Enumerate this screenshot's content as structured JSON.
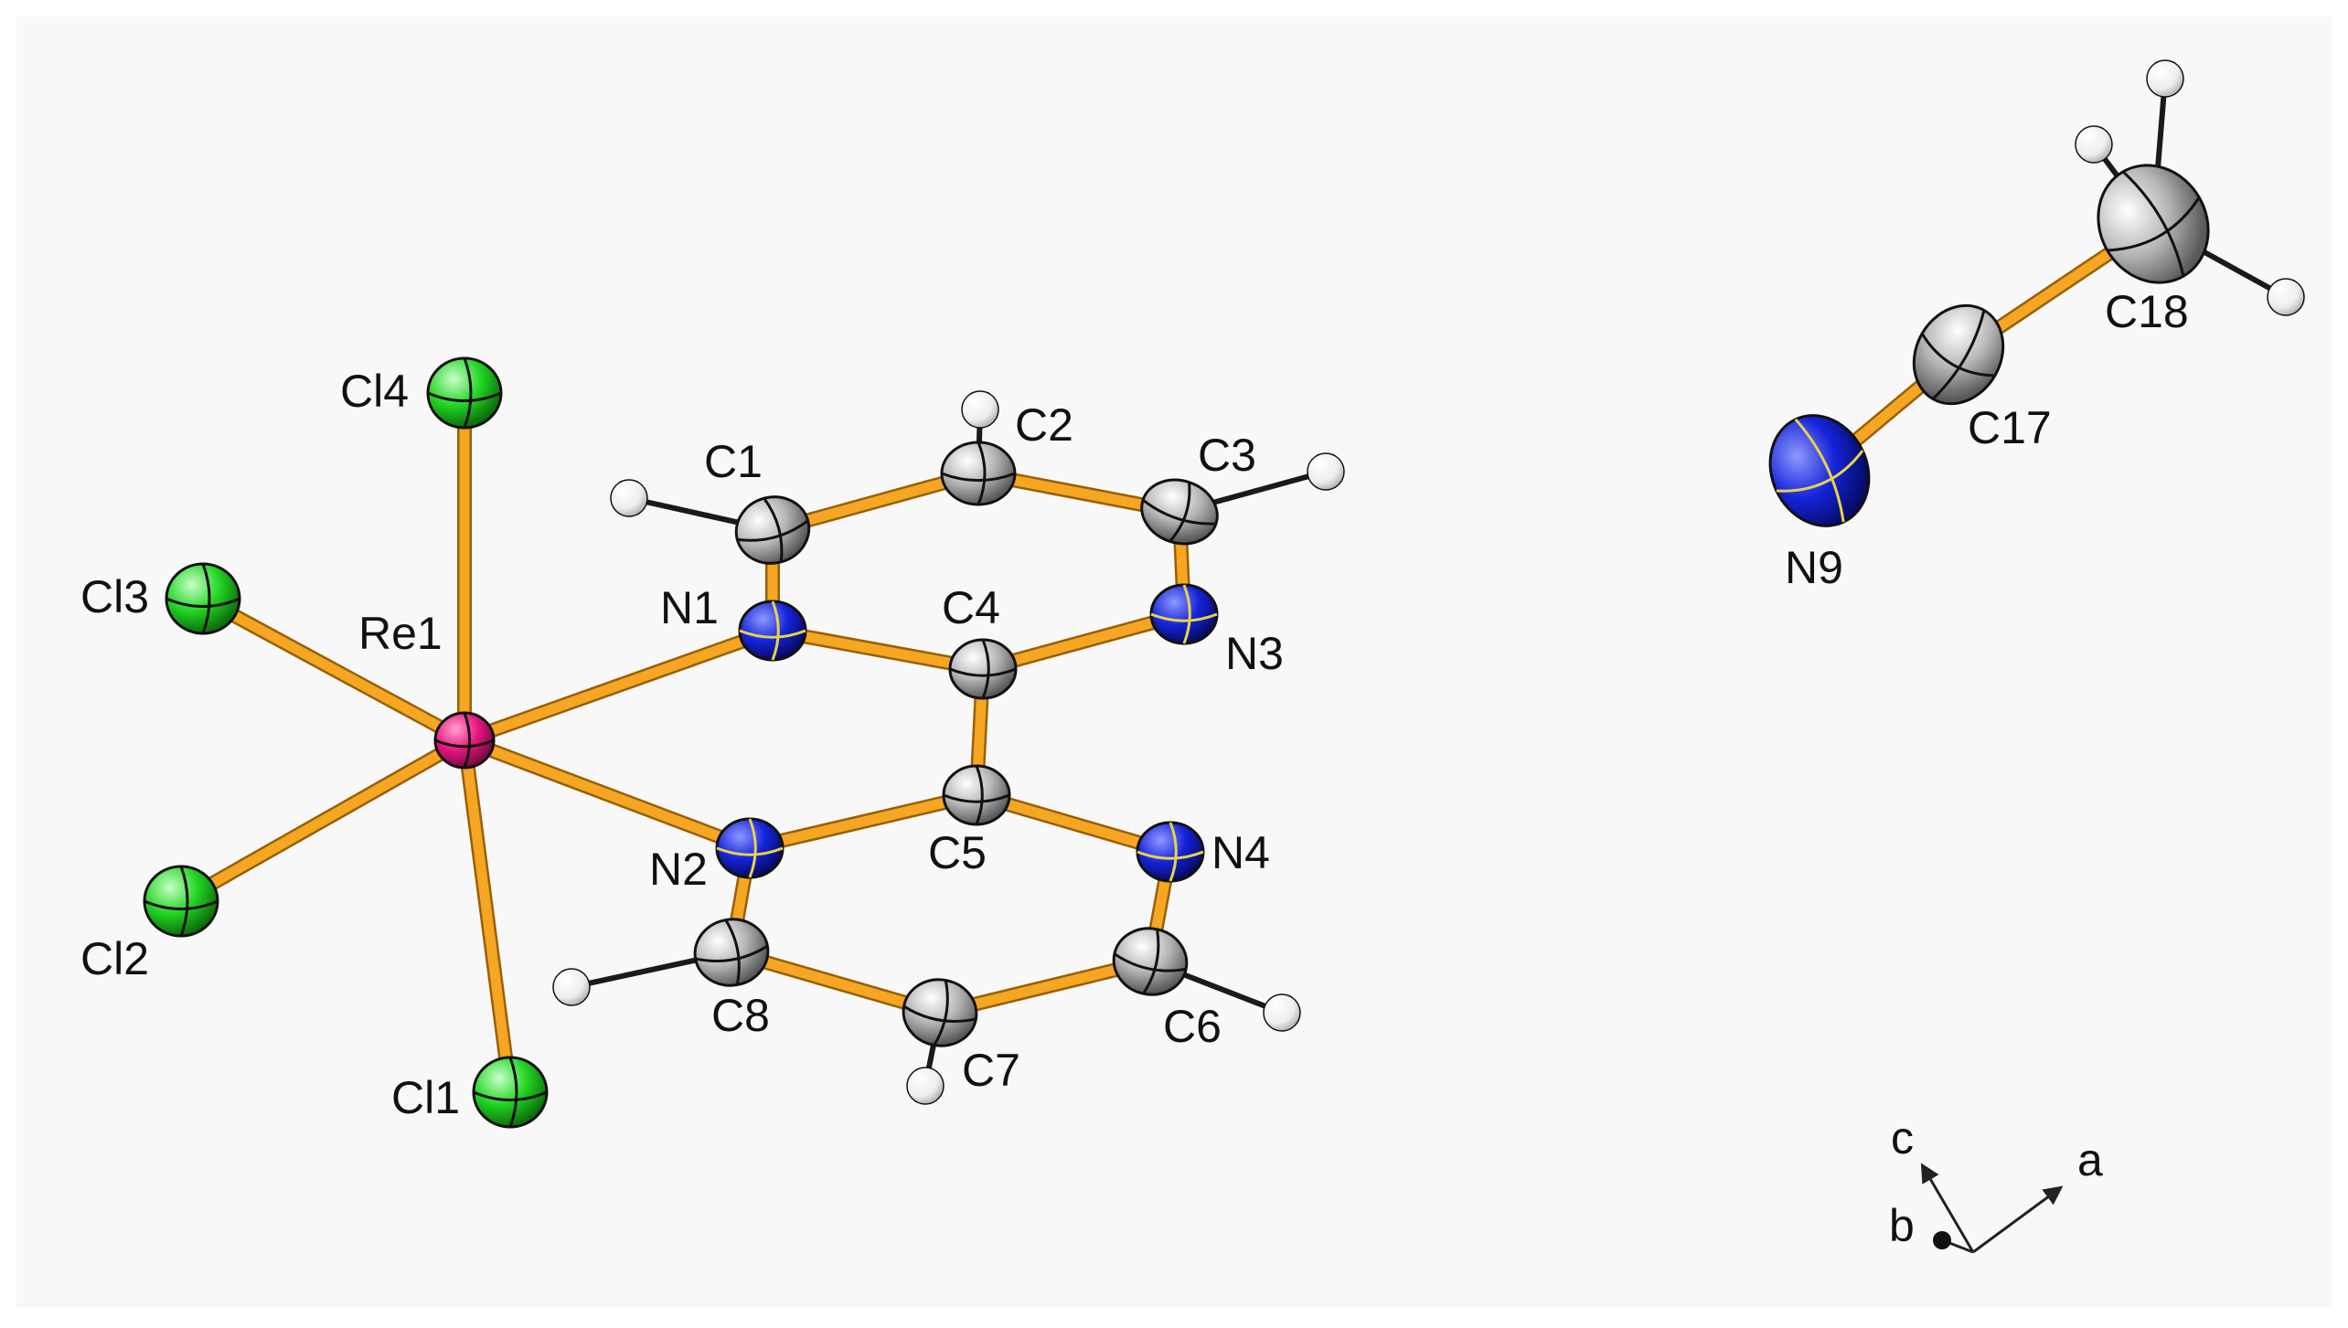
{
  "colors": {
    "background": "#f8f8f8",
    "bond": "#f5a623",
    "h_bond": "#1a1a1a",
    "Re": "#e8157f",
    "Cl": "#22d422",
    "N": "#1424d8",
    "C": "#a8a8a8",
    "H": "#f4f4f4",
    "axis": "#222222"
  },
  "atoms": [
    {
      "id": "Re1",
      "element": "Re",
      "label": "Re1"
    },
    {
      "id": "Cl1",
      "element": "Cl",
      "label": "Cl1"
    },
    {
      "id": "Cl2",
      "element": "Cl",
      "label": "Cl2"
    },
    {
      "id": "Cl3",
      "element": "Cl",
      "label": "Cl3"
    },
    {
      "id": "Cl4",
      "element": "Cl",
      "label": "Cl4"
    },
    {
      "id": "N1",
      "element": "N",
      "label": "N1"
    },
    {
      "id": "N2",
      "element": "N",
      "label": "N2"
    },
    {
      "id": "N3",
      "element": "N",
      "label": "N3"
    },
    {
      "id": "N4",
      "element": "N",
      "label": "N4"
    },
    {
      "id": "N9",
      "element": "N",
      "label": "N9"
    },
    {
      "id": "C1",
      "element": "C",
      "label": "C1"
    },
    {
      "id": "C2",
      "element": "C",
      "label": "C2"
    },
    {
      "id": "C3",
      "element": "C",
      "label": "C3"
    },
    {
      "id": "C4",
      "element": "C",
      "label": "C4"
    },
    {
      "id": "C5",
      "element": "C",
      "label": "C5"
    },
    {
      "id": "C6",
      "element": "C",
      "label": "C6"
    },
    {
      "id": "C7",
      "element": "C",
      "label": "C7"
    },
    {
      "id": "C8",
      "element": "C",
      "label": "C8"
    },
    {
      "id": "C17",
      "element": "C",
      "label": "C17"
    },
    {
      "id": "C18",
      "element": "C",
      "label": "C18"
    },
    {
      "id": "H1",
      "element": "H",
      "label": ""
    },
    {
      "id": "H2",
      "element": "H",
      "label": ""
    },
    {
      "id": "H3",
      "element": "H",
      "label": ""
    },
    {
      "id": "H6",
      "element": "H",
      "label": ""
    },
    {
      "id": "H7",
      "element": "H",
      "label": ""
    },
    {
      "id": "H8",
      "element": "H",
      "label": ""
    },
    {
      "id": "H18a",
      "element": "H",
      "label": ""
    },
    {
      "id": "H18b",
      "element": "H",
      "label": ""
    },
    {
      "id": "H18c",
      "element": "H",
      "label": ""
    }
  ],
  "bonds": [
    [
      "Re1",
      "Cl4"
    ],
    [
      "Re1",
      "Cl3"
    ],
    [
      "Re1",
      "Cl2"
    ],
    [
      "Re1",
      "Cl1"
    ],
    [
      "Re1",
      "N1"
    ],
    [
      "Re1",
      "N2"
    ],
    [
      "N1",
      "C1"
    ],
    [
      "C1",
      "C2"
    ],
    [
      "C2",
      "C3"
    ],
    [
      "C3",
      "N3"
    ],
    [
      "N3",
      "C4"
    ],
    [
      "C4",
      "N1"
    ],
    [
      "C4",
      "C5"
    ],
    [
      "C5",
      "N2"
    ],
    [
      "C5",
      "N4"
    ],
    [
      "N4",
      "C6"
    ],
    [
      "C6",
      "C7"
    ],
    [
      "C7",
      "C8"
    ],
    [
      "C8",
      "N2"
    ],
    [
      "N9",
      "C17"
    ],
    [
      "C17",
      "C18"
    ]
  ],
  "h_bonds": [
    [
      "C1",
      "H1"
    ],
    [
      "C2",
      "H2"
    ],
    [
      "C3",
      "H3"
    ],
    [
      "C6",
      "H6"
    ],
    [
      "C7",
      "H7"
    ],
    [
      "C8",
      "H8"
    ],
    [
      "C18",
      "H18a"
    ],
    [
      "C18",
      "H18b"
    ],
    [
      "C18",
      "H18c"
    ]
  ],
  "axes": {
    "a": "a",
    "b": "b",
    "c": "c"
  }
}
